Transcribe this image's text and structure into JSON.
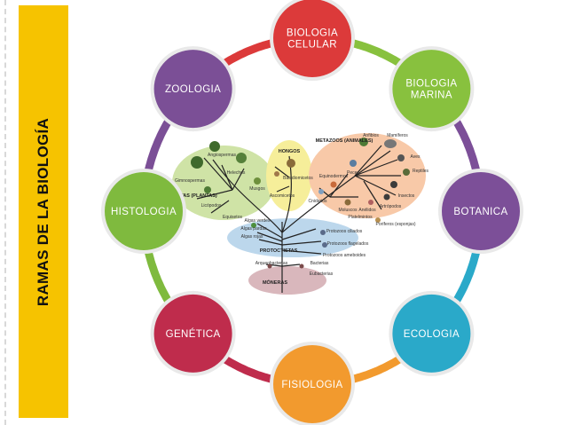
{
  "sidebar": {
    "title": "RAMAS DE LA BIOLOGÍA"
  },
  "branches": [
    {
      "id": "biologia-celular",
      "lines": [
        "BIOLOGIA",
        "CELULAR"
      ],
      "color": "#dc3a3a"
    },
    {
      "id": "biologia-marina",
      "lines": [
        "BIOLOGIA",
        "MARINA"
      ],
      "color": "#88c13e"
    },
    {
      "id": "botanica",
      "lines": [
        "BOTANICA"
      ],
      "color": "#7c4f98"
    },
    {
      "id": "ecologia",
      "lines": [
        "ECOLOGIA"
      ],
      "color": "#2aa9c9"
    },
    {
      "id": "fisiologia",
      "lines": [
        "FISIOLOGIA"
      ],
      "color": "#f29a2e"
    },
    {
      "id": "genetica",
      "lines": [
        "GENÉTICA"
      ],
      "color": "#bf2c4c"
    },
    {
      "id": "histologia",
      "lines": [
        "HISTOLOGIA"
      ],
      "color": "#7fba3e"
    },
    {
      "id": "zoologia",
      "lines": [
        "ZOOLOGIA"
      ],
      "color": "#7b4f96"
    }
  ],
  "tree": {
    "regions": [
      {
        "id": "metafitas",
        "label": "METAFITAS (PLANTAS)",
        "color": "#cfe3a6"
      },
      {
        "id": "hongos",
        "label": "HONGOS",
        "color": "#f6ee9a"
      },
      {
        "id": "metazoos",
        "label": "METAZOOS (ANIMALES)",
        "color": "#f8c9a8"
      },
      {
        "id": "protoctistas",
        "label": "PROTOCTISTAS",
        "color": "#bcd7ec"
      },
      {
        "id": "moneras",
        "label": "MÓNERAS",
        "color": "#d9b7bc"
      }
    ],
    "labels": [
      "Angiospermas",
      "Gimnospermas",
      "Helechos",
      "Musgos",
      "Equisetos",
      "Licópodos",
      "Basidiomicetos",
      "Ascomicetos",
      "Artrópodos",
      "Mamíferos",
      "Aves",
      "Reptiles",
      "Anfibios",
      "Peces",
      "Equinodermos",
      "Moluscos",
      "Anélidos",
      "Insectos",
      "Platelmintos",
      "Poríferos (esponjas)",
      "Cnidarios",
      "Algas verdes",
      "Algas pardas",
      "Algas rojas",
      "Protozoos ciliados",
      "Protozoos flagelados",
      "Protozoos ameboides",
      "Arqueobacterias",
      "Bacterias",
      "Eubacterias"
    ]
  }
}
